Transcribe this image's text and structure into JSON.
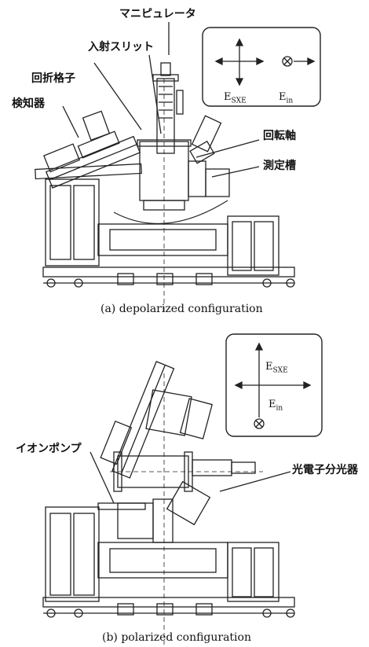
{
  "figure_a": {
    "caption": "(a) depolarized configuration",
    "labels": {
      "manipulator": "マニピュレータ",
      "entrance_slit": "入射スリット",
      "grating": "回折格子",
      "detector": "検知器",
      "rotation_axis": "回転軸",
      "chamber": "測定槽"
    },
    "inset": {
      "e_sxe_main": "E",
      "e_sxe_sub": "SXE",
      "e_in_main": "E",
      "e_in_sub": "in"
    }
  },
  "figure_b": {
    "caption": "(b) polarized configuration",
    "labels": {
      "ion_pump": "イオンポンプ",
      "photoelectron_spectrometer": "光電子分光器"
    },
    "inset": {
      "e_sxe_main": "E",
      "e_sxe_sub": "SXE",
      "e_in_main": "E",
      "e_in_sub": "in"
    }
  },
  "colors": {
    "line": "#222222",
    "background": "#ffffff"
  }
}
